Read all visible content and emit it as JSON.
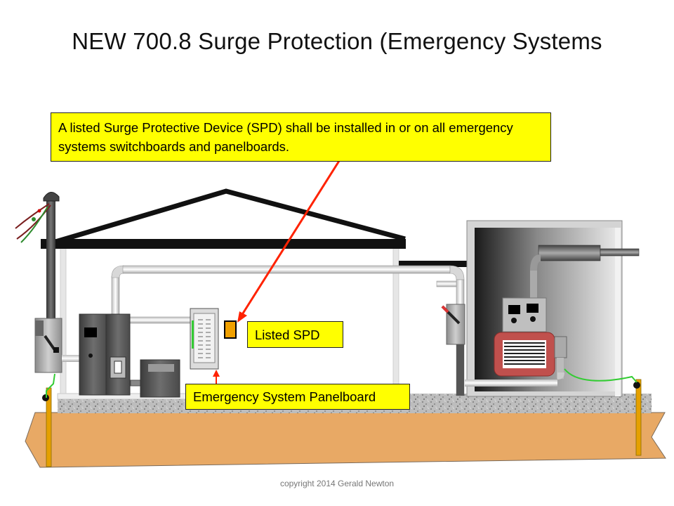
{
  "title": "NEW 700.8  Surge Protection (Emergency Systems",
  "callouts": {
    "main": "A listed Surge Protective Device (SPD) shall be installed in or on all emergency systems switchboards and panelboards.",
    "spd": "Listed SPD",
    "panelboard": "Emergency System Panelboard"
  },
  "copyright": "copyright 2014 Gerald Newton",
  "colors": {
    "callout_fill": "#ffff00",
    "arrow": "#ff2200",
    "earth": "#e8a965",
    "spd": "#f0a000",
    "ground_wire": "#33cc33",
    "generator_housing": "#c0504d"
  }
}
